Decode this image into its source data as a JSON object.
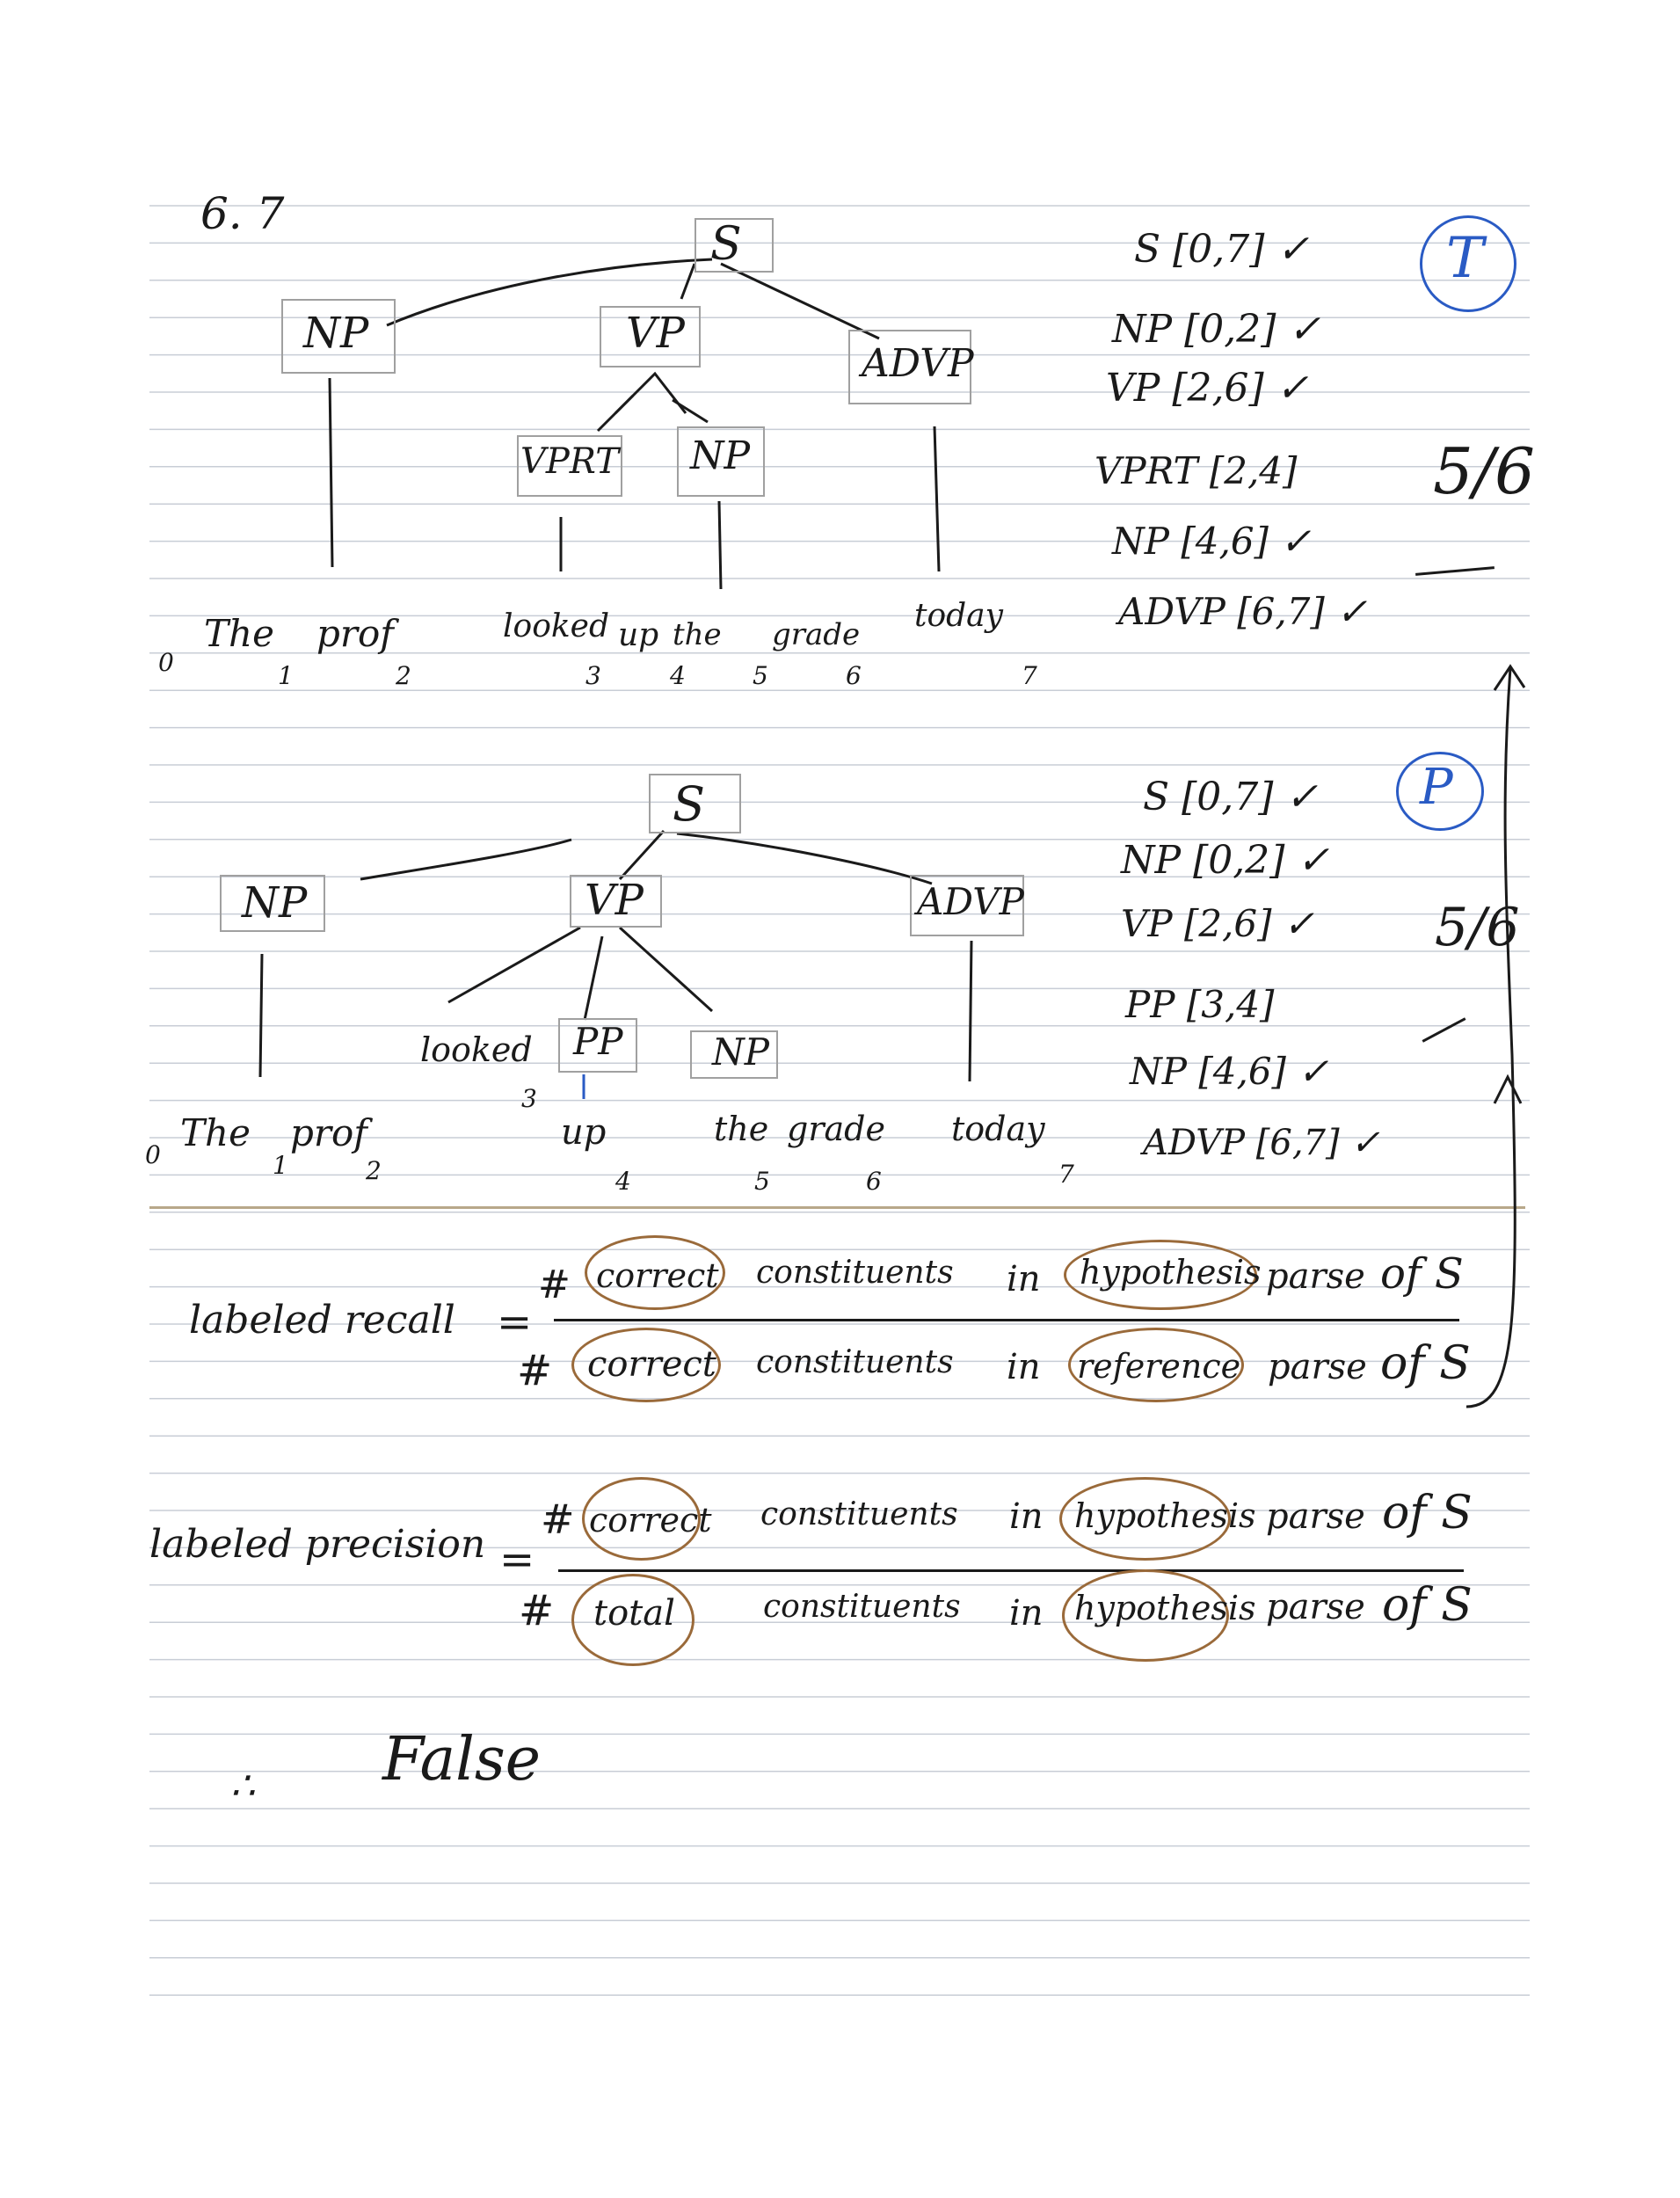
{
  "title": "6. 7",
  "reference_tree": {
    "root": "S",
    "nodes": [
      "NP",
      "VP",
      "ADVP",
      "VPRT",
      "NP"
    ],
    "words": [
      "The",
      "prof",
      "looked",
      "up",
      "the",
      "grade",
      "today"
    ],
    "indices": [
      "0",
      "1",
      "2",
      "3",
      "4",
      "5",
      "6",
      "7"
    ],
    "spans": [
      "S [0,7] ✓",
      "NP [0,2] ✓",
      "VP [2,6] ✓",
      "VPRT [2,4]",
      "NP [4,6] ✓",
      "ADVP [6,7] ✓"
    ],
    "circle_label": "T",
    "score": "5/6"
  },
  "hypothesis_tree": {
    "root": "S",
    "nodes": [
      "NP",
      "VP",
      "ADVP",
      "PP",
      "NP"
    ],
    "words": [
      "The",
      "prof",
      "looked",
      "up",
      "the",
      "grade",
      "today"
    ],
    "indices": [
      "0",
      "1",
      "2",
      "3",
      "4",
      "5",
      "6",
      "7"
    ],
    "spans": [
      "S [0,7] ✓",
      "NP [0,2] ✓",
      "VP [2,6] ✓",
      "PP [3,4]",
      "NP [4,6] ✓",
      "ADVP [6,7] ✓"
    ],
    "circle_label": "P",
    "score": "5/6"
  },
  "recall": {
    "label": "labeled recall",
    "equals": "=",
    "numerator": [
      "#",
      "correct",
      "constituents",
      "in",
      "hypothesis",
      "parse",
      "of S"
    ],
    "denominator": [
      "#",
      "correct",
      "constituents",
      "in",
      "reference",
      "parse",
      "of S"
    ]
  },
  "precision": {
    "label": "labeled precision",
    "equals": "=",
    "numerator": [
      "#",
      "correct",
      "constituents",
      "in",
      "hypothesis",
      "parse",
      "of S"
    ],
    "denominator": [
      "#",
      "total",
      "constituents",
      "in",
      "hypothesis",
      "parse",
      "of S"
    ]
  },
  "conclusion": {
    "therefore": "∴",
    "answer": "False"
  },
  "colors": {
    "ink": "#1a1a1a",
    "blue_ink": "#2a5bc4",
    "brown_circle": "#9a6a3a",
    "box_gray": "#a0a0a0",
    "rule_line": "#c8cdd6",
    "separator": "#b8a88a"
  }
}
